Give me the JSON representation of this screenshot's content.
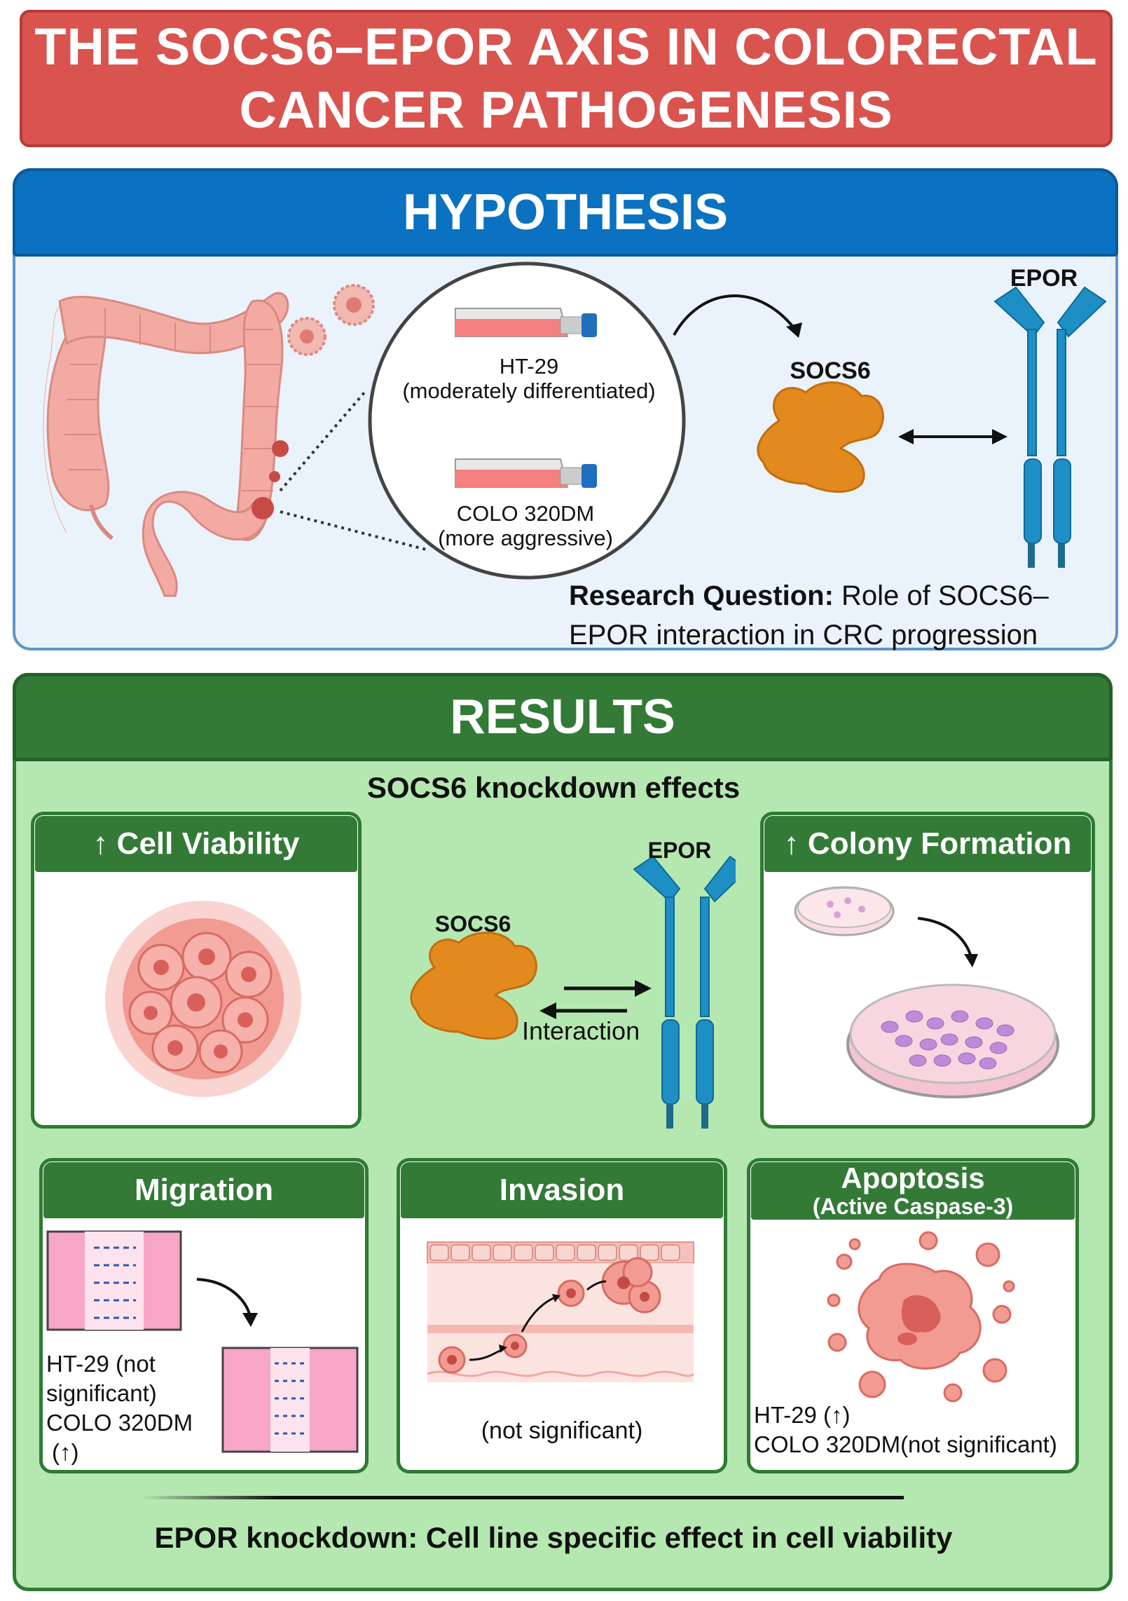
{
  "title": {
    "line1": "THE SOCS6–EPOR AXIS IN COLORECTAL",
    "line2": "CANCER PATHOGENESIS"
  },
  "hypothesis": {
    "header": "HYPOTHESIS",
    "cell_line_1_name": "HT-29",
    "cell_line_1_desc": "(moderately differentiated)",
    "cell_line_2_name": "COLO 320DM",
    "cell_line_2_desc": "(more aggressive)",
    "socs6_label": "SOCS6",
    "epor_label": "EPOR",
    "research_question_label": "Research Question:",
    "research_question_line1": " Role of SOCS6–",
    "research_question_line2": "EPOR interaction in CRC progression"
  },
  "results": {
    "header": "RESULTS",
    "subtitle": "SOCS6 knockdown effects",
    "center_socs6": "SOCS6",
    "center_epor": "EPOR",
    "center_interaction": "Interaction",
    "cell_viability": {
      "title": "↑ Cell Viability"
    },
    "colony_formation": {
      "title": "↑ Colony Formation"
    },
    "migration": {
      "title": "Migration",
      "note1": "HT-29 (not",
      "note2": "significant)",
      "note3": "COLO 320DM",
      "note4": "(↑)"
    },
    "invasion": {
      "title": "Invasion",
      "note": "(not significant)"
    },
    "apoptosis": {
      "title": "Apoptosis",
      "subtitle": "(Active Caspase-3)",
      "note1": "HT-29 (↑)",
      "note2": "COLO 320DM(not significant)"
    },
    "footer": "EPOR knockdown: Cell line specific effect in cell viability"
  },
  "colors": {
    "title_red": "#d9534f",
    "hypothesis_blue": "#0a72c0",
    "results_green": "#337a37",
    "results_bg": "#b5e8b0",
    "socs6_orange": "#e28a1e",
    "epor_blue": "#1e8fc4",
    "tissue_pink": "#f2a7a0"
  }
}
